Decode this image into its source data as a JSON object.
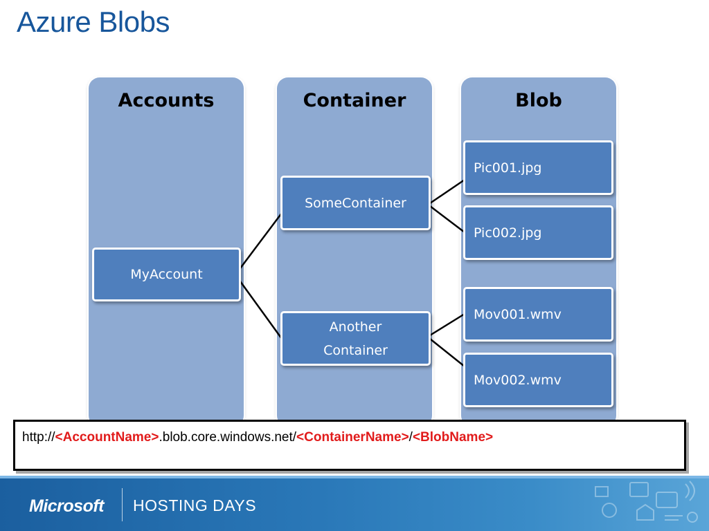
{
  "title": "Azure Blobs",
  "columns": {
    "accounts": "Accounts",
    "container": "Container",
    "blob": "Blob"
  },
  "nodes": {
    "account": "MyAccount",
    "container1": "SomeContainer",
    "container2_line1": "Another",
    "container2_line2": "Container",
    "blob1": "Pic001.jpg",
    "blob2": "Pic002.jpg",
    "blob3": "Mov001.wmv",
    "blob4": "Mov002.wmv"
  },
  "url": {
    "prefix": "http://",
    "account": "<AccountName>",
    "mid": ".blob.core.windows.net/",
    "container": "<ContainerName>",
    "slash": "/",
    "blob": "<BlobName>"
  },
  "footer": {
    "brand": "Microsoft",
    "event": "HOSTING DAYS"
  },
  "colors": {
    "title": "#17569b",
    "column_bg": "#8eaad2",
    "node_bg": "#4f7fbd",
    "url_highlight": "#e11b1b"
  }
}
